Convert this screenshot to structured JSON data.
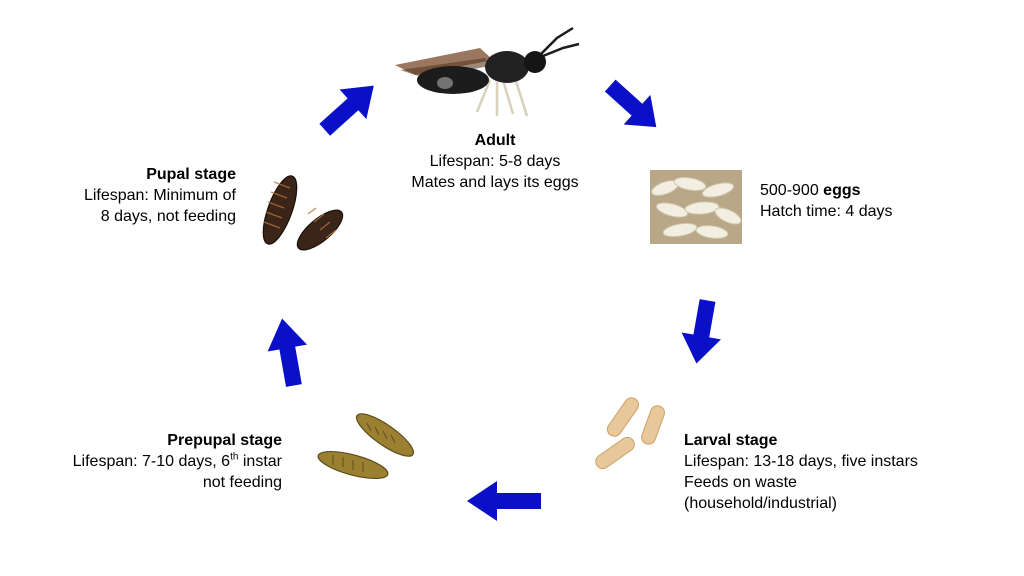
{
  "stages": {
    "adult": {
      "title": "Adult",
      "line1": "Lifespan: 5-8 days",
      "line2": "Mates and lays its eggs"
    },
    "eggs": {
      "count": "500-900",
      "word": "eggs",
      "line2": "Hatch time: 4 days"
    },
    "larval": {
      "title": "Larval stage",
      "line1": "Lifespan: 13-18 days, five instars",
      "line2": "Feeds on waste",
      "line3": "(household/industrial)"
    },
    "prepupal": {
      "title": "Prepupal stage",
      "line1_pre": "Lifespan: 7-10 days, 6",
      "line1_sup": "th",
      "line1_post": " instar",
      "line2": "not feeding"
    },
    "pupal": {
      "title": "Pupal stage",
      "line1": "Lifespan: Minimum of",
      "line2": "8 days, not feeding"
    }
  },
  "colors": {
    "arrow": "#0a10c8",
    "fly_body": "#1c1c1c",
    "egg_bg": "#b9a888",
    "larva": "#e8c79a",
    "prepupa": "#9a8030",
    "pupa": "#3b2418"
  },
  "icons": [
    "fly-photo",
    "eggs-photo",
    "larvae-photo",
    "prepupae-photo",
    "pupae-photo",
    "cycle-arrow"
  ]
}
